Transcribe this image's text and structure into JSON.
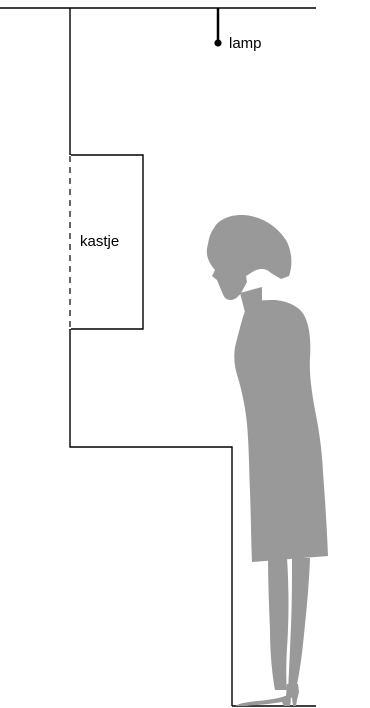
{
  "labels": {
    "lamp": "lamp",
    "kastje": "kastje"
  },
  "colors": {
    "line": "#000000",
    "silhouette": "#999999",
    "background": "#ffffff"
  },
  "icons": {
    "person": "standing-woman-silhouette",
    "lamp": "pendant-lamp"
  }
}
